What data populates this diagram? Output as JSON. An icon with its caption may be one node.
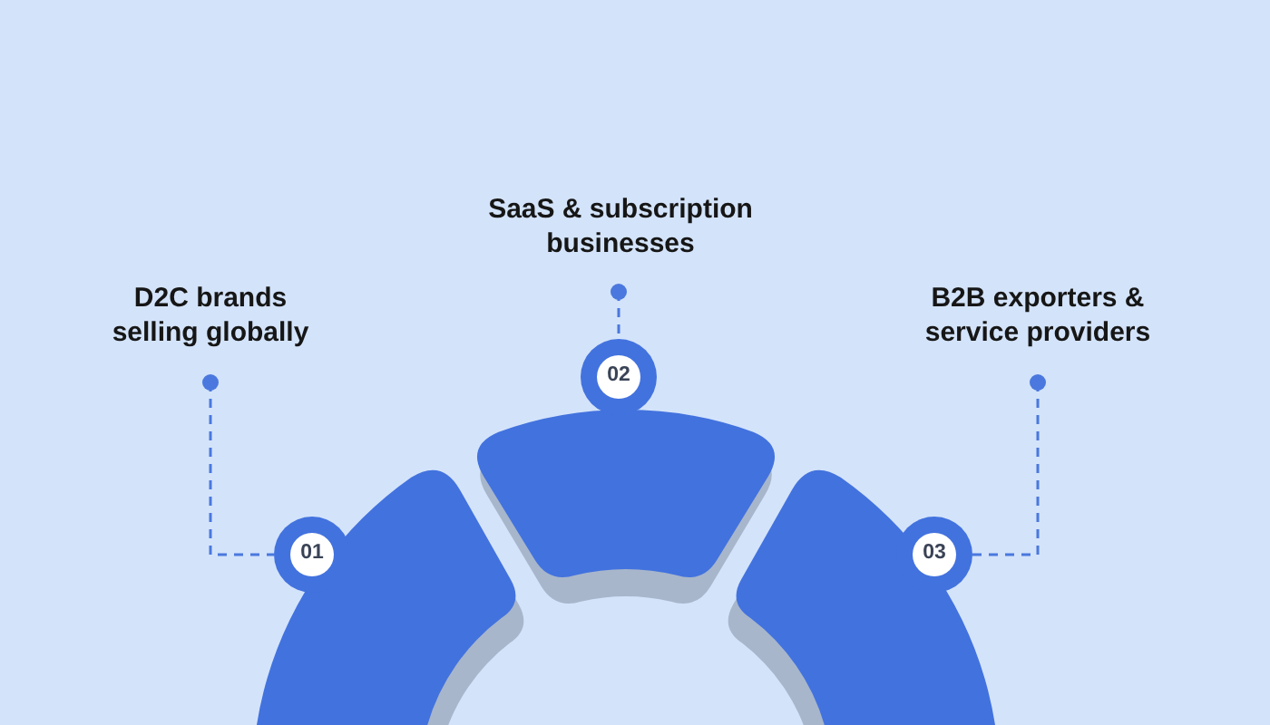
{
  "diagram": {
    "nodes": [
      {
        "text": [
          "D2C brands selling globally"
        ]
      },
      {
        "text": [
          "01"
        ]
      },
      {
        "text": [
          "SaaS & subscription businesses"
        ]
      },
      {
        "text": [
          "02"
        ]
      },
      {
        "text": [
          "B2B exporters & service providers"
        ]
      },
      {
        "text": [
          "03"
        ]
      }
    ],
    "edges": [
      {
        "from": 0,
        "to": 1,
        "arrow": "other",
        "style": "dashed"
      },
      {
        "from": 2,
        "to": 3,
        "arrow": "other",
        "style": "dashed"
      },
      {
        "from": 4,
        "to": 5,
        "arrow": "other",
        "style": "dashed"
      }
    ]
  }
}
